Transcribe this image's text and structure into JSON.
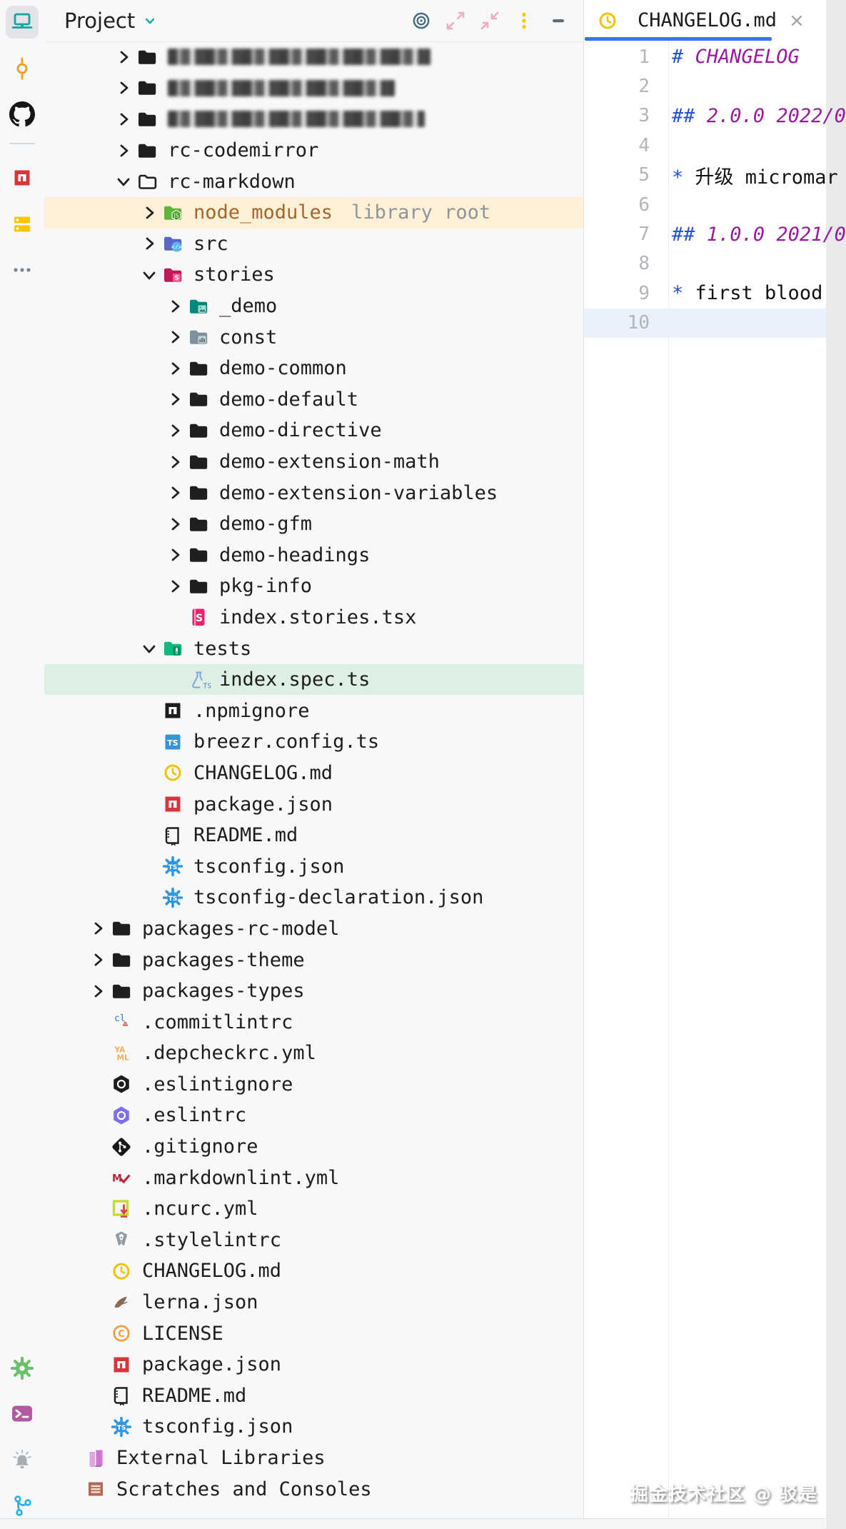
{
  "palette": {
    "accent_teal": "#16a3a3",
    "tab_underline": "#3574F0",
    "selected_row": "#fcf1d6",
    "test_selected_row": "#def0e3",
    "caret_line": "#e9f2fb",
    "node_modules_label": "#a5652c",
    "suffix_gray": "#8f949b",
    "md_marker_blue": "#2753d3",
    "md_heading_purple": "#9a1b9e"
  },
  "activity_bar": {
    "top": [
      {
        "icon": "laptop",
        "active": true
      },
      {
        "icon": "commit-node"
      },
      {
        "icon": "github"
      },
      {
        "type": "divider"
      },
      {
        "icon": "npm-red"
      },
      {
        "icon": "structure"
      },
      {
        "icon": "more-dots"
      }
    ],
    "bottom": [
      {
        "icon": "settings-gear"
      },
      {
        "icon": "terminal"
      },
      {
        "icon": "notifications-bell"
      },
      {
        "icon": "git-branch"
      }
    ]
  },
  "project_panel": {
    "title": "Project",
    "toolbar_icons": [
      {
        "icon": "locate-target"
      },
      {
        "icon": "expand-all"
      },
      {
        "icon": "collapse-all"
      },
      {
        "icon": "kebab-menu"
      },
      {
        "icon": "hide-panel"
      }
    ],
    "tree": [
      {
        "red": 368,
        "lv": 2,
        "ch": "r",
        "ic": "folder"
      },
      {
        "red": 318,
        "lv": 2,
        "ch": "r",
        "ic": "folder"
      },
      {
        "red": 360,
        "lv": 2,
        "ch": "r",
        "ic": "folder"
      },
      {
        "l": "rc-codemirror",
        "lv": 2,
        "ch": "r",
        "ic": "folder"
      },
      {
        "l": "rc-markdown",
        "lv": 2,
        "ch": "d",
        "ic": "folder-open"
      },
      {
        "l": "node_modules",
        "lv": 3,
        "ch": "r",
        "ic": "folder-npm",
        "hl": "selected",
        "lc": "#a5652c",
        "suffix": "library root"
      },
      {
        "l": "src",
        "lv": 3,
        "ch": "r",
        "ic": "folder-src"
      },
      {
        "l": "stories",
        "lv": 3,
        "ch": "d",
        "ic": "folder-stories"
      },
      {
        "l": "_demo",
        "lv": 4,
        "ch": "r",
        "ic": "folder-demo"
      },
      {
        "l": "const",
        "lv": 4,
        "ch": "r",
        "ic": "folder-const"
      },
      {
        "l": "demo-common",
        "lv": 4,
        "ch": "r",
        "ic": "folder"
      },
      {
        "l": "demo-default",
        "lv": 4,
        "ch": "r",
        "ic": "folder"
      },
      {
        "l": "demo-directive",
        "lv": 4,
        "ch": "r",
        "ic": "folder"
      },
      {
        "l": "demo-extension-math",
        "lv": 4,
        "ch": "r",
        "ic": "folder"
      },
      {
        "l": "demo-extension-variables",
        "lv": 4,
        "ch": "r",
        "ic": "folder"
      },
      {
        "l": "demo-gfm",
        "lv": 4,
        "ch": "r",
        "ic": "folder"
      },
      {
        "l": "demo-headings",
        "lv": 4,
        "ch": "r",
        "ic": "folder"
      },
      {
        "l": "pkg-info",
        "lv": 4,
        "ch": "r",
        "ic": "folder"
      },
      {
        "l": "index.stories.tsx",
        "lv": 4,
        "ch": null,
        "ic": "storybook"
      },
      {
        "l": "tests",
        "lv": 3,
        "ch": "d",
        "ic": "folder-tests"
      },
      {
        "l": "index.spec.ts",
        "lv": 4,
        "ch": null,
        "ic": "test-ts",
        "hl": "green"
      },
      {
        "l": ".npmignore",
        "lv": 3,
        "ch": null,
        "ic": "npm-dark"
      },
      {
        "l": "breezr.config.ts",
        "lv": 3,
        "ch": null,
        "ic": "ts-square"
      },
      {
        "l": "CHANGELOG.md",
        "lv": 3,
        "ch": null,
        "ic": "clock"
      },
      {
        "l": "package.json",
        "lv": 3,
        "ch": null,
        "ic": "npm-red"
      },
      {
        "l": "README.md",
        "lv": 3,
        "ch": null,
        "ic": "book"
      },
      {
        "l": "tsconfig.json",
        "lv": 3,
        "ch": null,
        "ic": "ts-gear"
      },
      {
        "l": "tsconfig-declaration.json",
        "lv": 3,
        "ch": null,
        "ic": "ts-gear"
      },
      {
        "l": "packages-rc-model",
        "lv": 1,
        "ch": "r",
        "ic": "folder"
      },
      {
        "l": "packages-theme",
        "lv": 1,
        "ch": "r",
        "ic": "folder"
      },
      {
        "l": "packages-types",
        "lv": 1,
        "ch": "r",
        "ic": "folder"
      },
      {
        "l": ".commitlintrc",
        "lv": 1,
        "ch": null,
        "ic": "commitlint"
      },
      {
        "l": ".depcheckrc.yml",
        "lv": 1,
        "ch": null,
        "ic": "yaml"
      },
      {
        "l": ".eslintignore",
        "lv": 1,
        "ch": null,
        "ic": "eslint-dark"
      },
      {
        "l": ".eslintrc",
        "lv": 1,
        "ch": null,
        "ic": "eslint-purple"
      },
      {
        "l": ".gitignore",
        "lv": 1,
        "ch": null,
        "ic": "git"
      },
      {
        "l": ".markdownlint.yml",
        "lv": 1,
        "ch": null,
        "ic": "mdlint"
      },
      {
        "l": ".ncurc.yml",
        "lv": 1,
        "ch": null,
        "ic": "ncu"
      },
      {
        "l": ".stylelintrc",
        "lv": 1,
        "ch": null,
        "ic": "stylelint"
      },
      {
        "l": "CHANGELOG.md",
        "lv": 1,
        "ch": null,
        "ic": "clock"
      },
      {
        "l": "lerna.json",
        "lv": 1,
        "ch": null,
        "ic": "lerna"
      },
      {
        "l": "LICENSE",
        "lv": 1,
        "ch": null,
        "ic": "license"
      },
      {
        "l": "package.json",
        "lv": 1,
        "ch": null,
        "ic": "npm-red"
      },
      {
        "l": "README.md",
        "lv": 1,
        "ch": null,
        "ic": "book"
      },
      {
        "l": "tsconfig.json",
        "lv": 1,
        "ch": null,
        "ic": "ts-gear"
      },
      {
        "l": "External Libraries",
        "lv": 0,
        "ch": null,
        "ic": "ext-lib"
      },
      {
        "l": "Scratches and Consoles",
        "lv": 0,
        "ch": null,
        "ic": "scratches"
      }
    ]
  },
  "editor": {
    "tab": {
      "title": "CHANGELOG.md",
      "icon": "clock",
      "close_label": "×"
    },
    "lines": [
      {
        "n": 1,
        "tokens": [
          [
            "# ",
            "mark"
          ],
          [
            "CHANGELOG",
            "heading"
          ]
        ]
      },
      {
        "n": 2,
        "tokens": []
      },
      {
        "n": 3,
        "tokens": [
          [
            "## ",
            "mark"
          ],
          [
            "2.0.0 2022/0",
            "heading"
          ]
        ]
      },
      {
        "n": 4,
        "tokens": []
      },
      {
        "n": 5,
        "tokens": [
          [
            "* ",
            "bullet"
          ],
          [
            "升级 micromar",
            "plain"
          ]
        ]
      },
      {
        "n": 6,
        "tokens": []
      },
      {
        "n": 7,
        "tokens": [
          [
            "## ",
            "mark"
          ],
          [
            "1.0.0 2021/0",
            "heading"
          ]
        ]
      },
      {
        "n": 8,
        "tokens": []
      },
      {
        "n": 9,
        "tokens": [
          [
            "* ",
            "bullet"
          ],
          [
            "first blood",
            "plain"
          ]
        ]
      },
      {
        "n": 10,
        "tokens": [],
        "active": true
      }
    ]
  },
  "watermark": "掘金技术社区 @ 驳是"
}
